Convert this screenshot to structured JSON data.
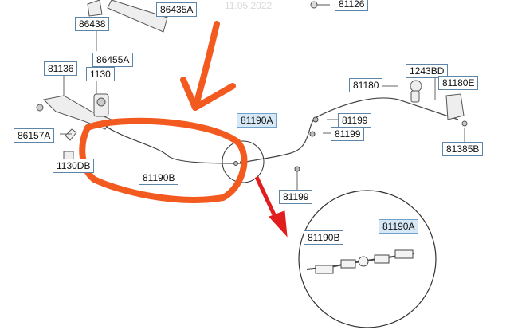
{
  "watermark_date": "11.05.2022",
  "labels": {
    "p86435A": "86435A",
    "p81126": "81126",
    "p86438": "86438",
    "p86455A": "86455A",
    "p81136": "81136",
    "p1130": "1130",
    "p1243BD": "1243BD",
    "p81180": "81180",
    "p81180E": "81180E",
    "p81190A_main": "81190A",
    "p81199_a": "81199",
    "p81199_b": "81199",
    "p86157A": "86157A",
    "p1130DB": "1130DB",
    "p81190B_main": "81190B",
    "p81385B": "81385B",
    "p81199_c": "81199",
    "p81190B_detail": "81190B",
    "p81190A_detail": "81190A"
  },
  "colors": {
    "annotation": "#f25a1f",
    "highlight_box": "#d6e8f6",
    "label_border": "#5e84a8",
    "line": "#444444",
    "pointer_arrow": "#e11d1d"
  }
}
